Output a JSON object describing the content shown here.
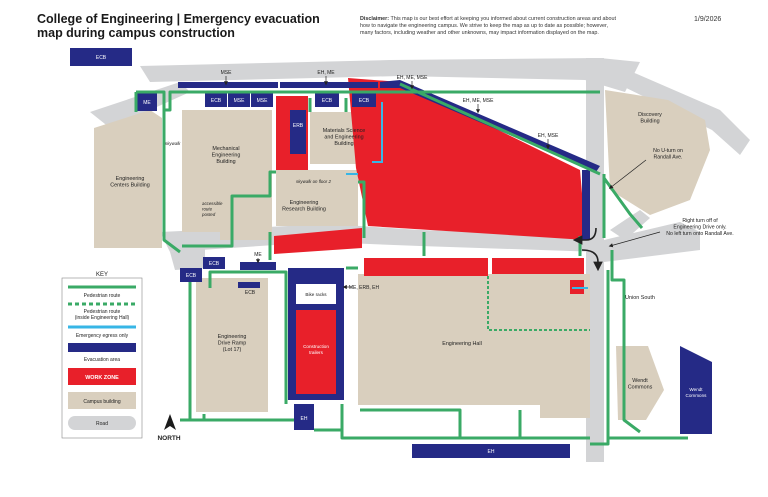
{
  "title": "College of Engineering | Emergency evacuation map during campus construction",
  "disclaimer_label": "Disclaimer:",
  "disclaimer_text": "This map is our best effort at keeping you informed about current construction areas and about how to navigate the engineering campus. We strive to keep the map as up to date as possible; however, many factors, including weather and other unknowns, may impact information displayed on the map.",
  "date": "1/9/2026",
  "buildings": {
    "engineering_centers": [
      "Engineering",
      "Centers Building"
    ],
    "mechanical": [
      "Mechanical",
      "Engineering",
      "Building"
    ],
    "materials": [
      "Materials Science",
      "and Engineering",
      "Building"
    ],
    "research": [
      "Engineering",
      "Research Building"
    ],
    "discovery": [
      "Discovery",
      "Building"
    ],
    "drive_ramp": [
      "Engineering",
      "Drive Ramp",
      "(Lot 17)"
    ],
    "engineering_hall": "Engineering Hall",
    "wendt": [
      "Wendt",
      "Commons"
    ],
    "union_south": "Union South"
  },
  "areas": {
    "ecb": "ECB",
    "me": "ME",
    "mse": "MSE",
    "erb": "ERB",
    "eh": "EH",
    "eh_me": "EH, ME",
    "eh_me_mse": "EH, ME, MSE",
    "eh_mse": "EH, MSE",
    "me_erb_eh": "ME, ERB, EH",
    "wendt_commons": [
      "Wendt",
      "Commons"
    ]
  },
  "notes": {
    "skywalk": "skywalk",
    "skywalk_floor2": "skywalk on floor 2",
    "accessible": [
      "accessible",
      "route",
      "posted"
    ],
    "bike_racks": "Bike racks",
    "construction_trailers": [
      "Construction",
      "trailers"
    ],
    "no_uturn": [
      "No U-turn on",
      "Randall Ave."
    ],
    "right_turn": [
      "Right turn off of",
      "Engineering Drive only.",
      "No left turn onto Randall Ave."
    ]
  },
  "key": {
    "title": "KEY",
    "pedestrian": "Pedestrian route",
    "pedestrian_inside": [
      "Pedestrian route",
      "(inside Engineering Hall)"
    ],
    "egress": "Emergency egress only",
    "evacuation": "Evacuation area",
    "work_zone": "WORK ZONE",
    "campus_building": "Campus building",
    "road": "Road"
  },
  "north": "NORTH",
  "colors": {
    "building": "#d9cfbe",
    "road": "#d3d4d6",
    "pedestrian": "#3aaa66",
    "egress": "#37b6e6",
    "evacuation": "#252a86",
    "work_zone": "#e8202a"
  }
}
